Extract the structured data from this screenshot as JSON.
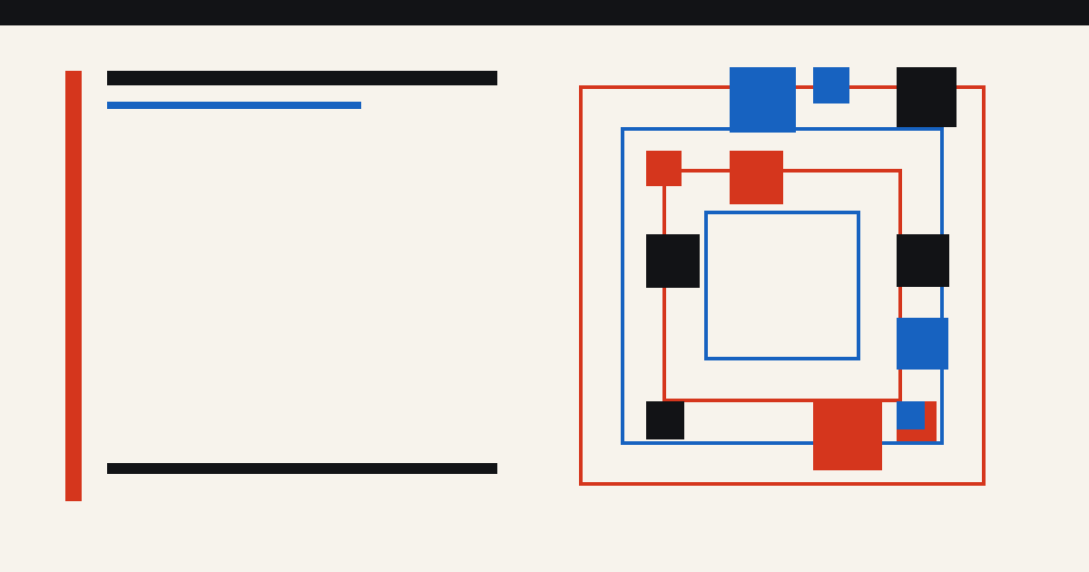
{
  "colors": {
    "background": "#f7f3ec",
    "ink": "#121316",
    "red": "#d5361d",
    "blue": "#1762c0"
  },
  "composition": {
    "frames": [
      {
        "name": "outer-red-frame",
        "color": "red"
      },
      {
        "name": "outer-blue-frame",
        "color": "blue"
      },
      {
        "name": "inner-red-frame",
        "color": "red"
      },
      {
        "name": "inner-blue-frame",
        "color": "blue"
      }
    ],
    "blocks": [
      {
        "name": "block-blue-top-left",
        "color": "blue"
      },
      {
        "name": "block-blue-top-small",
        "color": "blue"
      },
      {
        "name": "block-black-top-right",
        "color": "ink"
      },
      {
        "name": "block-red-small-left",
        "color": "red"
      },
      {
        "name": "block-red-top-center",
        "color": "red"
      },
      {
        "name": "block-black-mid-left",
        "color": "ink"
      },
      {
        "name": "block-black-mid-right",
        "color": "ink"
      },
      {
        "name": "block-blue-mid-right",
        "color": "blue"
      },
      {
        "name": "block-black-bottom-left",
        "color": "ink"
      },
      {
        "name": "block-red-bottom-center",
        "color": "red"
      },
      {
        "name": "block-red-bottom-right",
        "color": "red"
      },
      {
        "name": "block-blue-bottom-right",
        "color": "blue"
      }
    ]
  }
}
